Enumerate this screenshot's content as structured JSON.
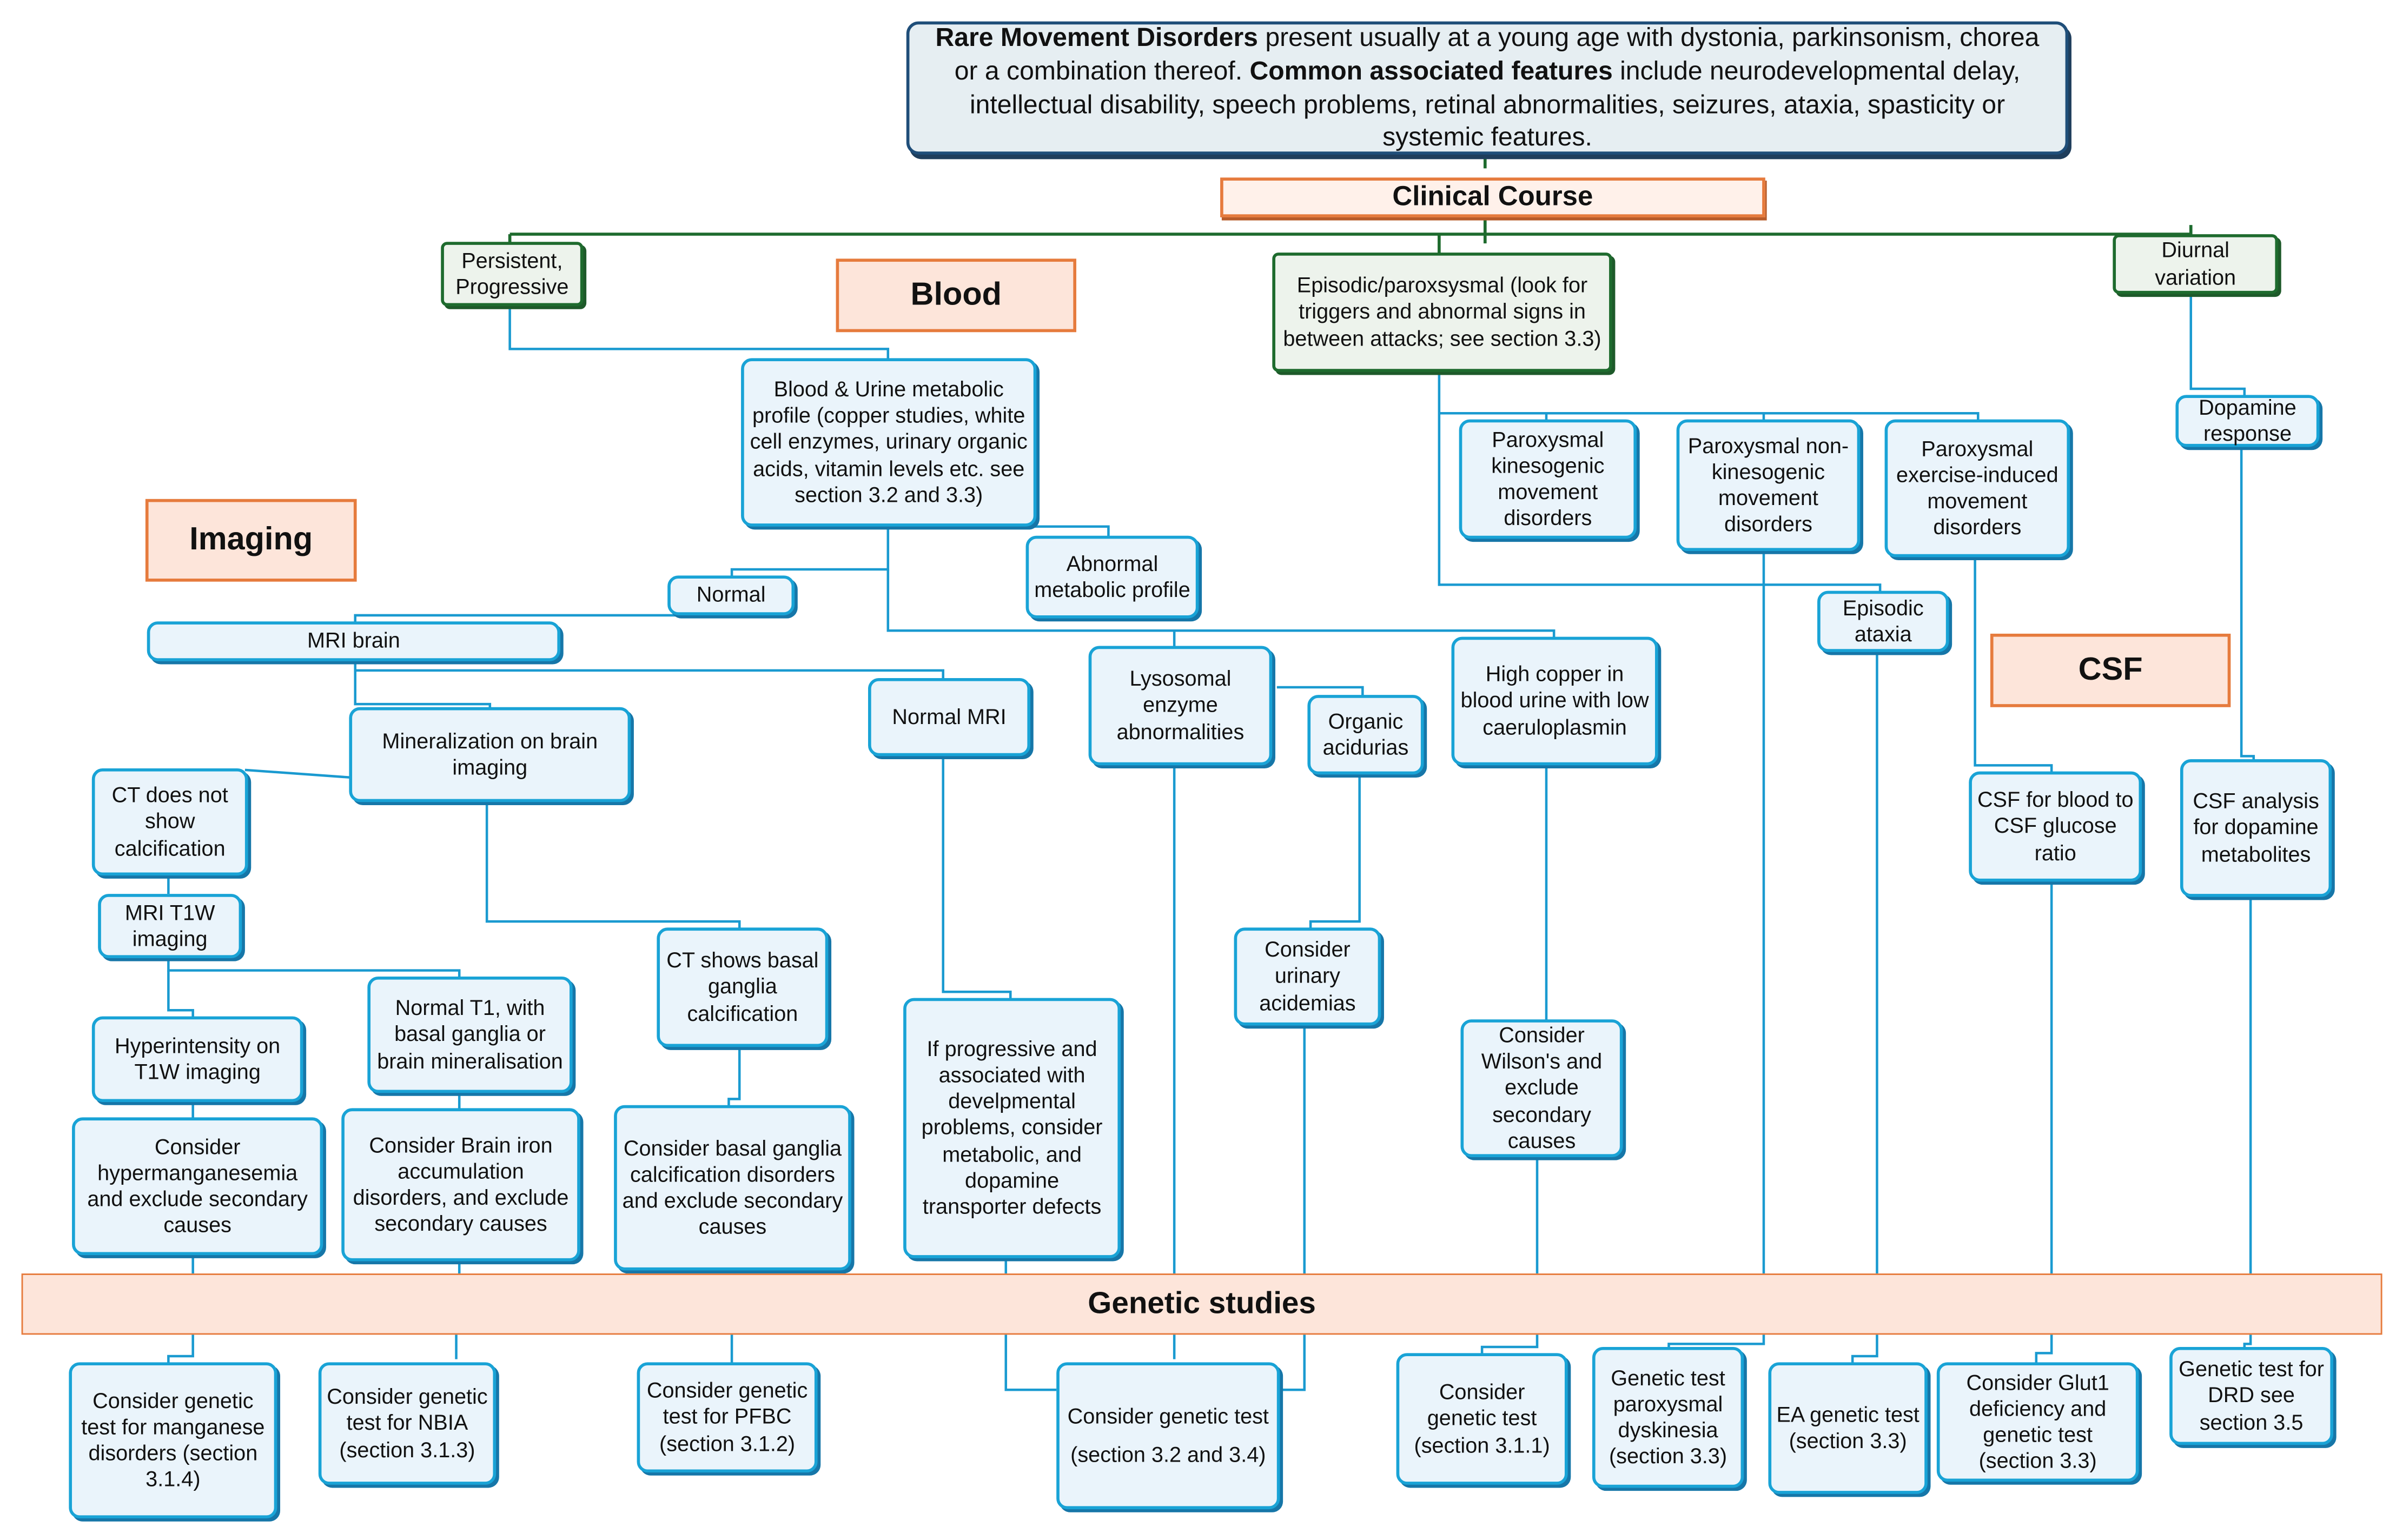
{
  "intro": {
    "bold1": "Rare Movement Disorders",
    "text1": " present usually at a young age with dystonia, parkinsonism, chorea or a combination thereof. ",
    "bold2": "Common associated features",
    "text2": " include neurodevelopmental delay, intellectual disability, speech problems, retinal abnormalities, seizures, ataxia, spasticity or systemic features."
  },
  "clinical_course": "Clinical Course",
  "sections": {
    "blood": "Blood",
    "imaging": "Imaging",
    "csf": "CSF",
    "genetic": "Genetic studies"
  },
  "course": {
    "persistent": "Persistent, Progressive",
    "episodic": "Episodic/paroxsysmal (look for triggers and abnormal signs in between attacks; see section 3.3)",
    "diurnal": "Diurnal variation"
  },
  "blood": {
    "profile": "Blood & Urine metabolic profile (copper studies, white cell enzymes, urinary organic acids, vitamin levels etc. see section 3.2 and 3.3)",
    "normal": "Normal",
    "abnormal": "Abnormal metabolic profile",
    "lysosomal": "Lysosomal enzyme abnormalities",
    "organic": "Organic acidurias",
    "copper": "High copper in blood urine with low caeruloplasmin",
    "urinary": "Consider urinary acidemias",
    "wilson": "Consider Wilson's and exclude secondary causes"
  },
  "imaging": {
    "mri": "MRI brain",
    "mineralization": "Mineralization on brain imaging",
    "normal_mri": "Normal MRI",
    "ct_no_calc": "CT does not show calcification",
    "mri_t1w": "MRI T1W imaging",
    "hyperintensity": "Hyperintensity on T1W imaging",
    "normal_t1": "Normal T1, with basal ganglia or brain mineralisation",
    "ct_calc": "CT shows basal ganglia calcification",
    "progressive": "If progressive and associated with develpmental problems, consider metabolic, and dopamine transporter defects",
    "hypermanganesemia": "Consider hypermanganesemia and exclude secondary causes",
    "brain_iron": "Consider Brain iron accumulation disorders, and exclude secondary causes",
    "basal_calc": "Consider basal ganglia calcification disorders and exclude secondary causes"
  },
  "episodic": {
    "pkd": "Paroxysmal kinesogenic movement disorders",
    "pnkd": "Paroxysmal non-kinesogenic movement disorders",
    "ped": "Paroxysmal exercise-induced movement disorders",
    "ataxia": "Episodic ataxia",
    "dopamine": "Dopamine response"
  },
  "csf": {
    "glucose": "CSF for blood to CSF glucose ratio",
    "dopamine": "CSF analysis for dopamine metabolites"
  },
  "genetic": {
    "manganese": "Consider genetic test for manganese disorders (section 3.1.4)",
    "nbia": "Consider genetic test for NBIA (section 3.1.3)",
    "pfbc": "Consider genetic test for PFBC (section 3.1.2)",
    "metabolic_line1": "Consider genetic test",
    "metabolic_line2": "(section 3.2 and 3.4)",
    "wilson": "Consider genetic test (section 3.1.1)",
    "pd": "Genetic test paroxysmal dyskinesia (section 3.3)",
    "ea": "EA genetic test (section 3.3)",
    "glut1": "Consider Glut1 deficiency and genetic test (section 3.3)",
    "drd": "Genetic test for DRD see section 3.5"
  }
}
